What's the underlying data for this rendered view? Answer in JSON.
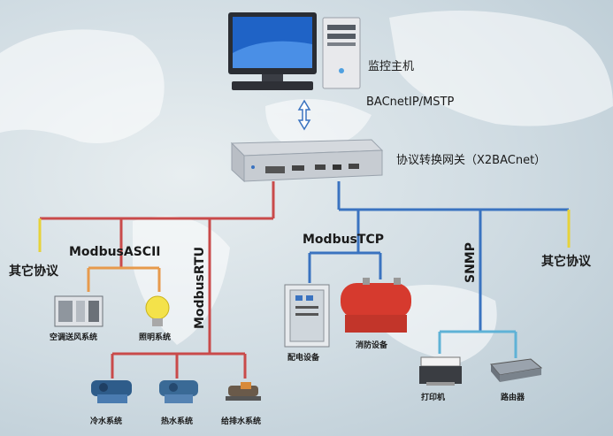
{
  "labels": {
    "host": "监控主机",
    "host_protocol": "BACnetIP/MSTP",
    "gateway": "协议转换网关（X2BACnet）",
    "other_left": "其它协议",
    "other_right": "其它协议",
    "modbus_ascii": "ModbusASCII",
    "modbus_rtu": "ModbusRTU",
    "modbus_tcp": "ModbusTCP",
    "snmp": "SNMP",
    "hvac": "空调送风系统",
    "lighting": "照明系统",
    "chiller": "冷水系统",
    "heating": "热水系统",
    "water_supply": "给排水系统",
    "power_distribution": "配电设备",
    "fire_equipment": "消防设备",
    "printer": "打印机",
    "router": "路由器"
  },
  "colors": {
    "rtu_line": "#c94a4a",
    "tcp_line": "#3a73c0",
    "other_line": "#e6d23a",
    "ascii_line": "#e79a4c",
    "snmp_line": "#5fb2d6"
  }
}
